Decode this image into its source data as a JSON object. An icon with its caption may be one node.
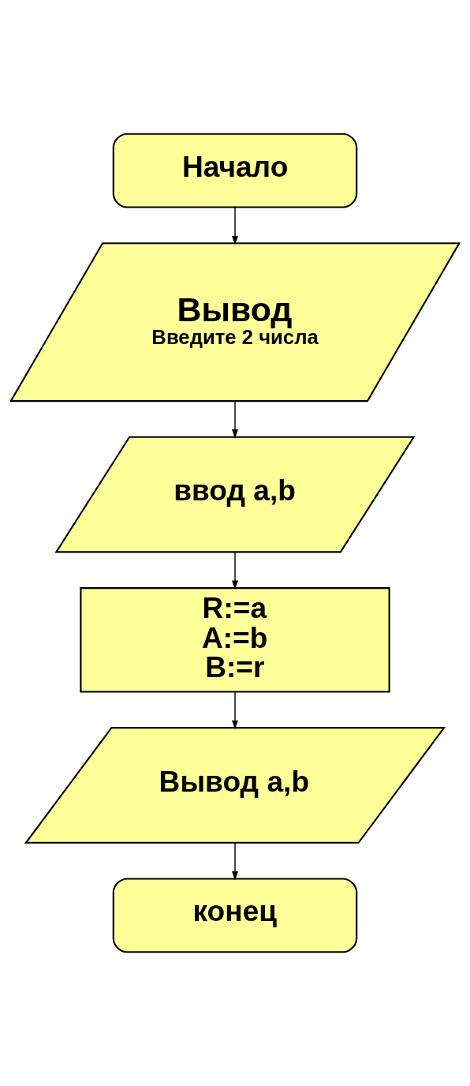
{
  "diagram": {
    "nodes": [
      {
        "text": [
          "Начало"
        ]
      },
      {
        "text": [
          "Вывод",
          "Введите 2 числа"
        ]
      },
      {
        "text": [
          "ввод a,b"
        ]
      },
      {
        "text": [
          "R:=a",
          "A:=b",
          "B:=r"
        ]
      },
      {
        "text": [
          "Вывод a,b"
        ]
      },
      {
        "text": [
          "конец"
        ]
      }
    ],
    "edges": [
      {
        "from": 0,
        "to": 1,
        "arrow": "to"
      },
      {
        "from": 1,
        "to": 2,
        "arrow": "to"
      },
      {
        "from": 2,
        "to": 3,
        "arrow": "to"
      },
      {
        "from": 3,
        "to": 4,
        "arrow": "to"
      },
      {
        "from": 4,
        "to": 5,
        "arrow": "to"
      }
    ]
  }
}
